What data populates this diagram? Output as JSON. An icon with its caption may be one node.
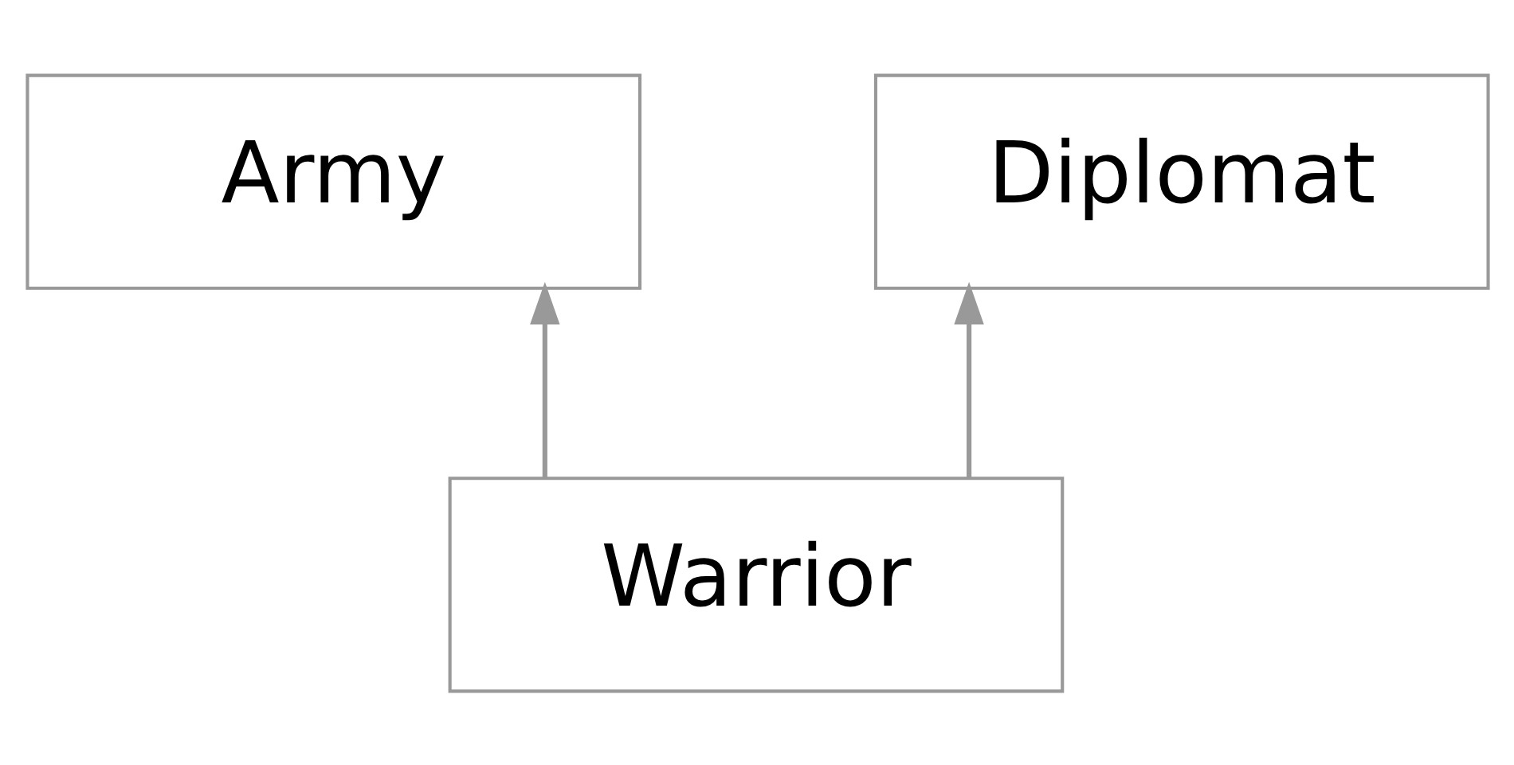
{
  "diagram": {
    "nodes": [
      {
        "text": [
          "Army"
        ]
      },
      {
        "text": [
          "Diplomat"
        ]
      },
      {
        "text": [
          "Warrior"
        ]
      }
    ],
    "edges": [
      {
        "from": 2,
        "to": 0,
        "arrow": "to"
      },
      {
        "from": 2,
        "to": 1,
        "arrow": "to"
      }
    ]
  }
}
